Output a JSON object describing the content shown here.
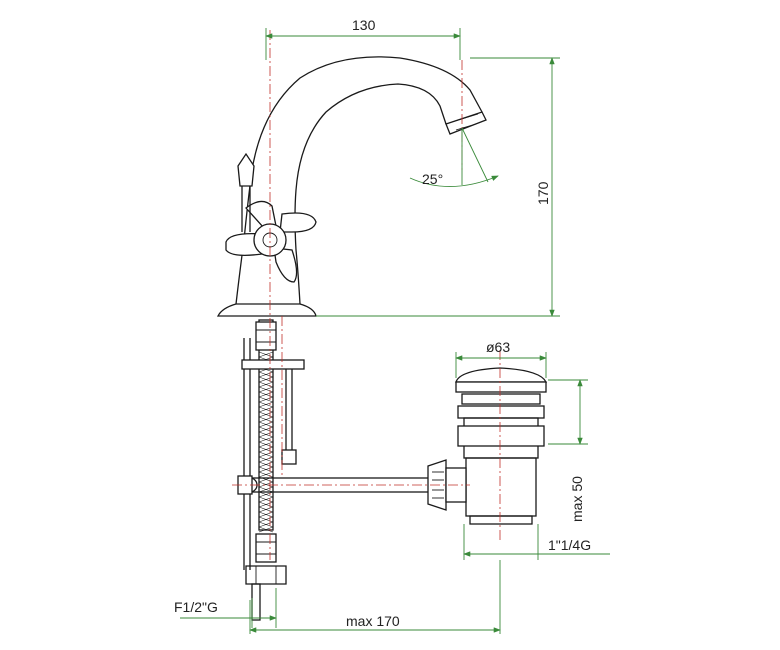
{
  "dimensions": {
    "spout_reach": "130",
    "height": "170",
    "spout_angle": "25°",
    "waste_diameter": "ø63",
    "waste_stroke": "max 50",
    "waste_thread": "1\"1/4G",
    "supply_thread": "F1/2\"G",
    "rod_length": "max 170"
  },
  "colors": {
    "outline": "#1a1a1a",
    "dimension_lines": "#3a8a3a",
    "center_lines": "#c0302a"
  }
}
